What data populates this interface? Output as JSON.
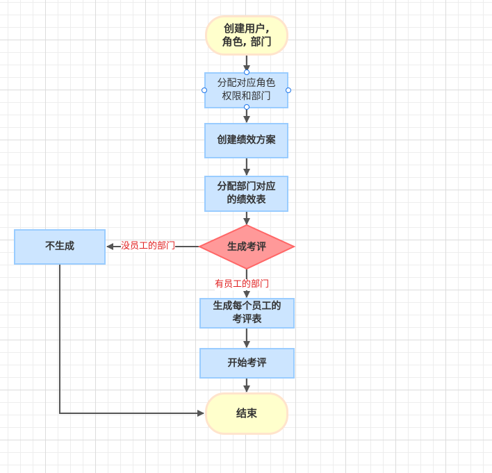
{
  "diagram": {
    "type": "flowchart",
    "nodes": {
      "start": {
        "label": "创建用户,\n角色, 部门",
        "shape": "terminator"
      },
      "assign_roles": {
        "label": "分配对应角色\n权限和部门",
        "shape": "process",
        "selected": true
      },
      "create_plan": {
        "label": "创建绩效方案",
        "shape": "process"
      },
      "assign_tables": {
        "label": "分配部门对应\n的绩效表",
        "shape": "process"
      },
      "decision": {
        "label": "生成考评",
        "shape": "decision"
      },
      "no_generate": {
        "label": "不生成",
        "shape": "process"
      },
      "gen_tables": {
        "label": "生成每个员工的\n考评表",
        "shape": "process"
      },
      "start_review": {
        "label": "开始考评",
        "shape": "process"
      },
      "end": {
        "label": "结束",
        "shape": "terminator"
      }
    },
    "edges": [
      {
        "from": "start",
        "to": "assign_roles",
        "label": ""
      },
      {
        "from": "assign_roles",
        "to": "create_plan",
        "label": ""
      },
      {
        "from": "create_plan",
        "to": "assign_tables",
        "label": ""
      },
      {
        "from": "assign_tables",
        "to": "decision",
        "label": ""
      },
      {
        "from": "decision",
        "to": "no_generate",
        "label": "没员工的部门"
      },
      {
        "from": "decision",
        "to": "gen_tables",
        "label": "有员工的部门"
      },
      {
        "from": "gen_tables",
        "to": "start_review",
        "label": ""
      },
      {
        "from": "start_review",
        "to": "end",
        "label": ""
      },
      {
        "from": "no_generate",
        "to": "end",
        "label": ""
      }
    ],
    "colors": {
      "process_fill": "#cce5ff",
      "process_stroke": "#99ccff",
      "terminator_fill": "#ffffcc",
      "terminator_stroke": "#ffe4cc",
      "decision_fill": "#ff9999",
      "decision_stroke": "#ff6666",
      "edge": "#555555",
      "edge_label": "#e02020"
    }
  }
}
